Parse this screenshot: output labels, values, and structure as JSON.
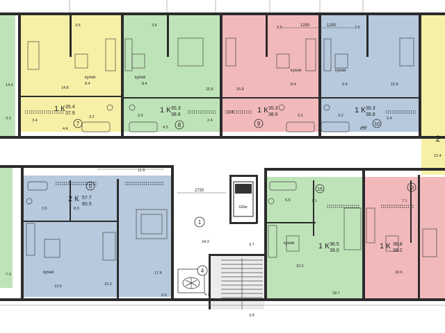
{
  "colors": {
    "yellow": "#f6f0a6",
    "green": "#bfe3b9",
    "pink": "#f2b9bb",
    "blue": "#b6c9dd",
    "grey": "#e3e3e3",
    "white": "#ffffff"
  },
  "apartments": [
    {
      "num": "7",
      "type": "1 К",
      "living": "35.4",
      "total": "37.9",
      "color": "yellow"
    },
    {
      "num": "8",
      "type": "1 К",
      "living": "35.3",
      "total": "38.8",
      "color": "green"
    },
    {
      "num": "9",
      "type": "1 К",
      "living": "35.3",
      "total": "38.6",
      "color": "pink"
    },
    {
      "num": "10",
      "type": "1 К",
      "living": "35.3",
      "total": "38.8",
      "color": "blue"
    },
    {
      "num": "5",
      "type": "2 К",
      "living": "57.7",
      "total": "60.5",
      "color": "blue"
    },
    {
      "num": "15",
      "type": "1 К",
      "living": "36.5",
      "total": "39.0",
      "color": "green"
    },
    {
      "num": "12",
      "type": "1 К",
      "living": "36.8",
      "total": "39.2",
      "color": "pink"
    }
  ],
  "rooms": {
    "kitchen": "кухня",
    "elevator": "630кг"
  },
  "areas": {
    "a3_5a": "3.5",
    "a3_5b": "3.5",
    "a3_5c": "3.5",
    "a3_5d": "3.5",
    "a14_4": "14.4",
    "a14_8": "14.8",
    "a8_4a": "8.4",
    "a8_4b": "8.4",
    "a15_8a": "15.8",
    "a15_8b": "15.8",
    "a8_4c": "8.4",
    "a9_4": "9.4",
    "a15_8c": "15.8",
    "a3_4": "3.4",
    "a4_4": "4.4",
    "a3_2a": "3.2",
    "a3_2b": "3.2",
    "a4_5": "4.5",
    "a2_4a": "2.4",
    "a2_4b": "2.4",
    "a3_2c": "3.2",
    "a3_2d": "3.2",
    "a4_5b": "4.5",
    "a2_4c": "2.4",
    "a3_3": "3.3",
    "a8_3": "8.3",
    "a13_0": "13.0",
    "a15_2": "15.2",
    "a17_6": "17.6",
    "a2_6": "2.6",
    "a7_3": "7.3",
    "a24_3": "24.3",
    "a3_7": "3.7",
    "a4_2": "4.2",
    "a3_8": "3.8",
    "a10_2": "10.2",
    "a18_7": "18.7",
    "a7_1a": "7.1",
    "a7_1b": "7.1",
    "a18_6": "18.6",
    "a12_4": "12.4",
    "a6_5": "6.5",
    "a11_5": "11.5",
    "a5_5": "5.5"
  },
  "dims": {
    "d1200a": "1200",
    "d1200b": "1200",
    "d2720": "2720"
  },
  "markers": {
    "stair": "1",
    "lift": "4",
    "edge": "2"
  }
}
